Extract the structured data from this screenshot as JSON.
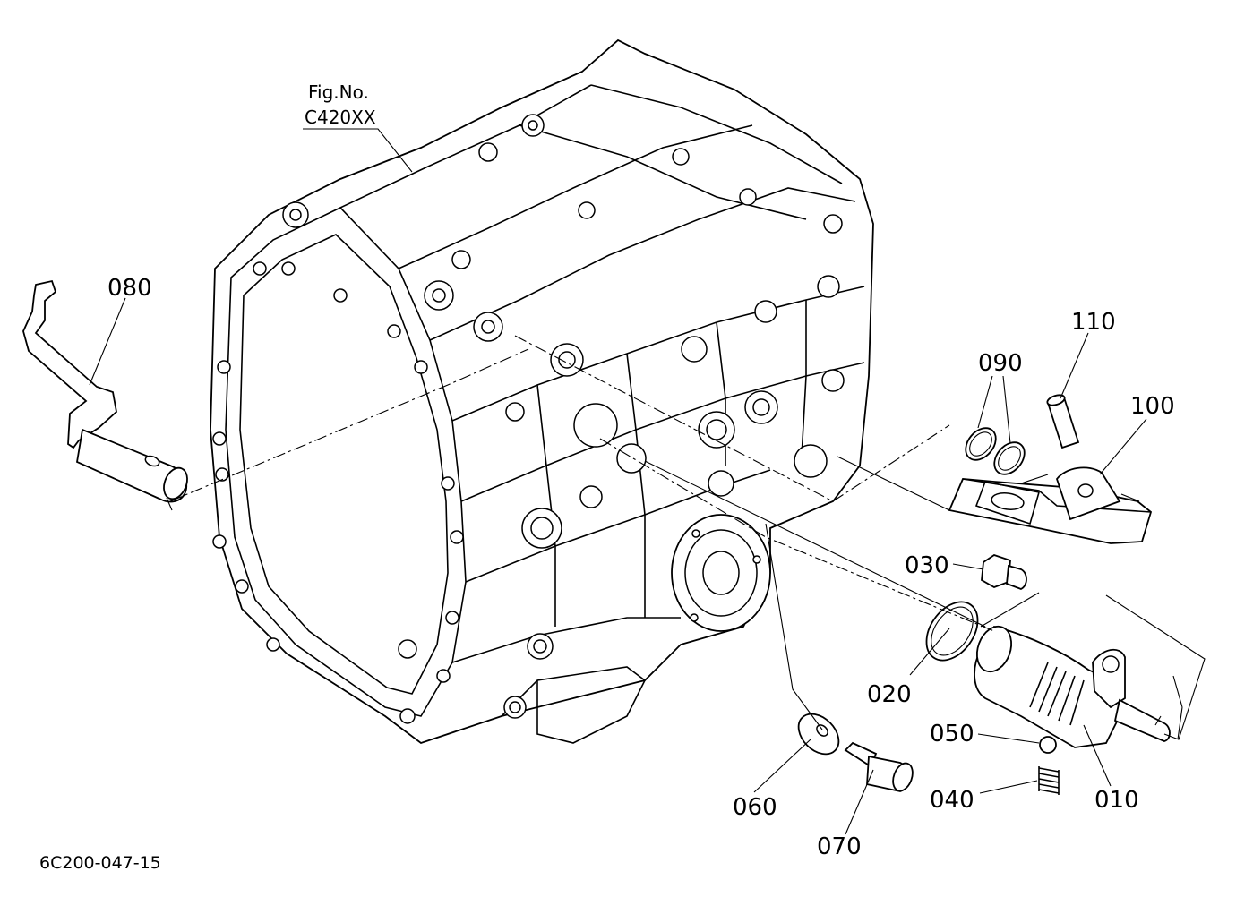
{
  "figure_ref": {
    "line1": "Fig.No.",
    "line2": "C420XX"
  },
  "drawing_code": "6C200-047-15",
  "part_labels": {
    "p010": "010",
    "p020": "020",
    "p030": "030",
    "p040": "040",
    "p050": "050",
    "p060": "060",
    "p070": "070",
    "p080": "080",
    "p090": "090",
    "p100": "100",
    "p110": "110"
  }
}
